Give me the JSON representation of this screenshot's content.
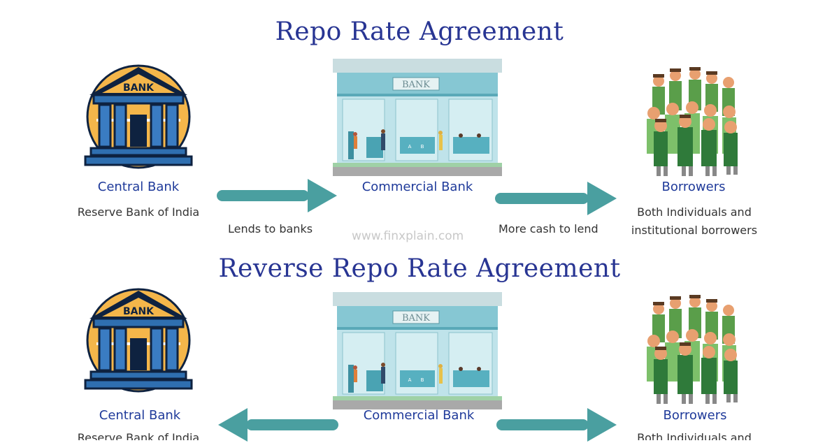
{
  "sections": {
    "repo": {
      "title": "Repo Rate Agreement",
      "central_bank": {
        "name": "Central Bank",
        "sub": "Reserve Bank of India"
      },
      "commercial_bank": {
        "name": "Commercial Bank"
      },
      "borrowers": {
        "name": "Borrowers",
        "sub_line1": "Both Individuals and",
        "sub_line2": "institutional borrowers"
      },
      "arrow_left_label": "Lends to banks",
      "arrow_right_label": "More cash to lend"
    },
    "reverse": {
      "title": "Reverse Repo Rate Agreement",
      "central_bank": {
        "name": "Central Bank",
        "sub": "Reserve Bank of India"
      },
      "commercial_bank": {
        "name": "Commercial Bank"
      },
      "borrowers": {
        "name": "Borrowers",
        "sub_line1": "Both Individuals and"
      }
    }
  },
  "icons": {
    "central_bank_sign": "BANK",
    "commercial_bank_sign": "BANK",
    "counter_a": "A",
    "counter_b": "B"
  },
  "watermark": "www.finxplain.com",
  "colors": {
    "title": "#283593",
    "label": "#1f3a9a",
    "arrow": "#4a9fa0"
  }
}
